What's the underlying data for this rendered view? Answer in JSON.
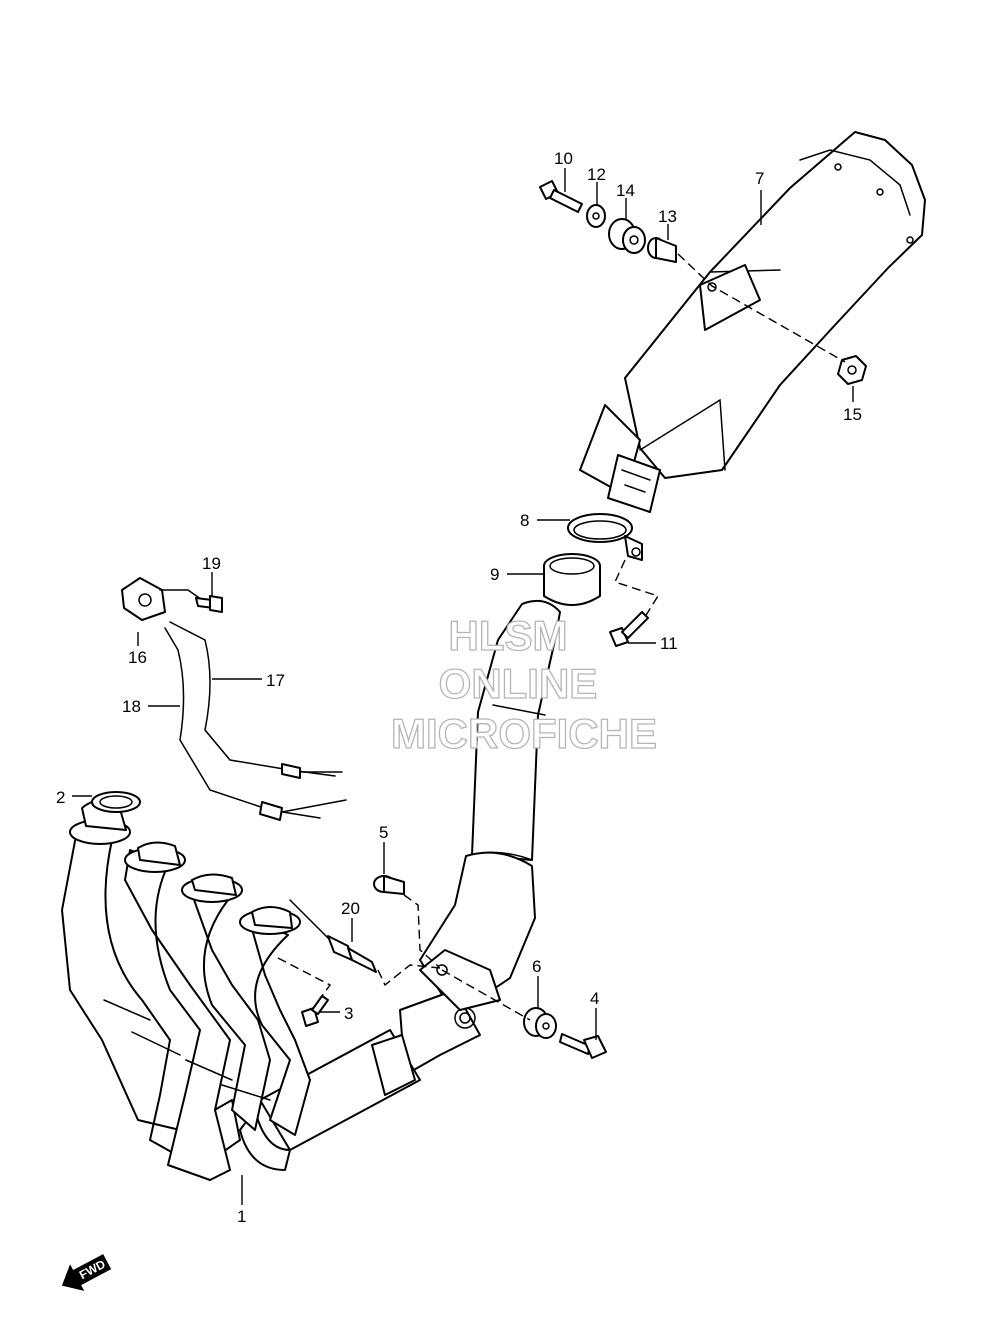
{
  "watermark": {
    "line1": "HLSM",
    "line2": "ONLINE",
    "line3": "MICROFICHE"
  },
  "direction_badge": {
    "label": "FWD",
    "icon": "fwd-arrow-icon"
  },
  "callouts": [
    "1",
    "2",
    "3",
    "4",
    "5",
    "6",
    "7",
    "8",
    "9",
    "10",
    "11",
    "12",
    "13",
    "14",
    "15",
    "16",
    "17",
    "18",
    "19",
    "20"
  ]
}
